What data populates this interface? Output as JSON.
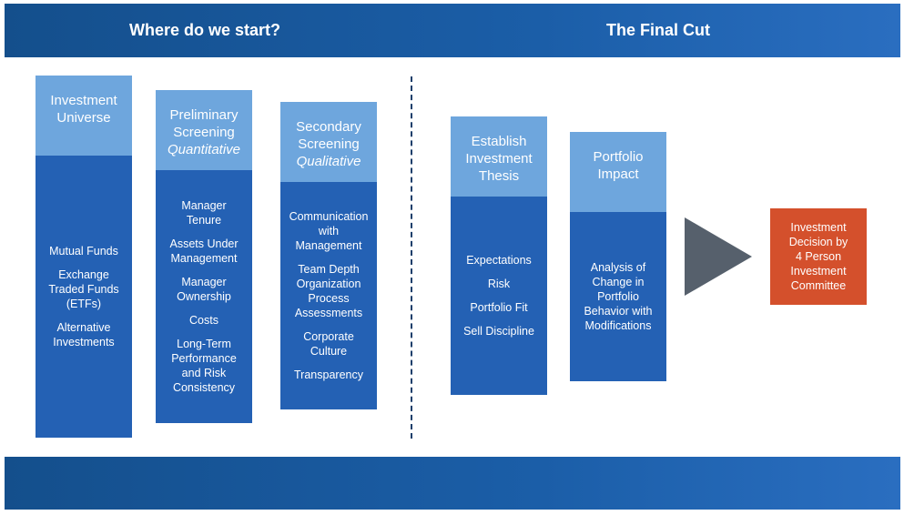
{
  "header": {
    "left_title": "Where do we start?",
    "right_title": "The Final Cut"
  },
  "columns": [
    {
      "title": "Investment\nUniverse",
      "subtitle": "",
      "items": [
        "Mutual Funds",
        "Exchange\nTraded Funds\n(ETFs)",
        "Alternative\nInvestments"
      ]
    },
    {
      "title": "Preliminary\nScreening",
      "subtitle": "Quantitative",
      "items": [
        "Manager\nTenure",
        "Assets Under\nManagement",
        "Manager\nOwnership",
        "Costs",
        "Long-Term\nPerformance\nand Risk\nConsistency"
      ]
    },
    {
      "title": "Secondary\nScreening",
      "subtitle": "Qualitative",
      "items": [
        "Communication\nwith\nManagement",
        "Team Depth\nOrganization\nProcess\nAssessments",
        "Corporate\nCulture",
        "Transparency"
      ]
    },
    {
      "title": "Establish\nInvestment\nThesis",
      "subtitle": "",
      "items": [
        "Expectations",
        "Risk",
        "Portfolio Fit",
        "Sell Discipline"
      ]
    },
    {
      "title": "Portfolio\nImpact",
      "subtitle": "",
      "items": [
        "Analysis of\nChange in\nPortfolio\nBehavior with\nModifications"
      ]
    }
  ],
  "decision": {
    "text": "Investment\nDecision by\n4 Person\nInvestment\nCommittee"
  },
  "colors": {
    "banner": "#1b5ea8",
    "column_head": "#6ea6dd",
    "column_body": "#2461b4",
    "arrow": "#56606c",
    "decision": "#d4502c"
  }
}
